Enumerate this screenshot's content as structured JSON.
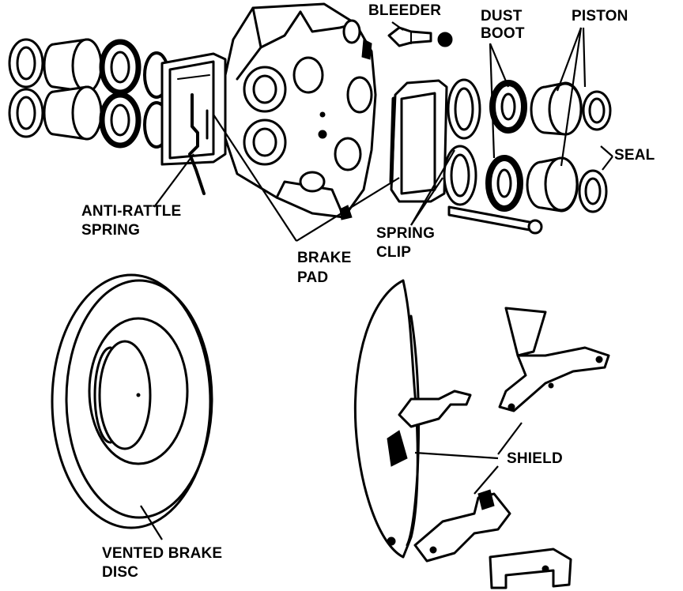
{
  "labels": {
    "bleeder": "BLEEDER",
    "dust_boot_1": "DUST",
    "dust_boot_2": "BOOT",
    "piston": "PISTON",
    "seal": "SEAL",
    "anti_rattle_1": "ANTI-RATTLE",
    "anti_rattle_2": "SPRING",
    "spring_clip_1": "SPRING",
    "spring_clip_2": "CLIP",
    "brake_pad_1": "BRAKE",
    "brake_pad_2": "PAD",
    "shield": "SHIELD",
    "vented_disc_1": "VENTED BRAKE",
    "vented_disc_2": "DISC"
  },
  "colors": {
    "ink": "#000000",
    "paper": "#ffffff"
  }
}
